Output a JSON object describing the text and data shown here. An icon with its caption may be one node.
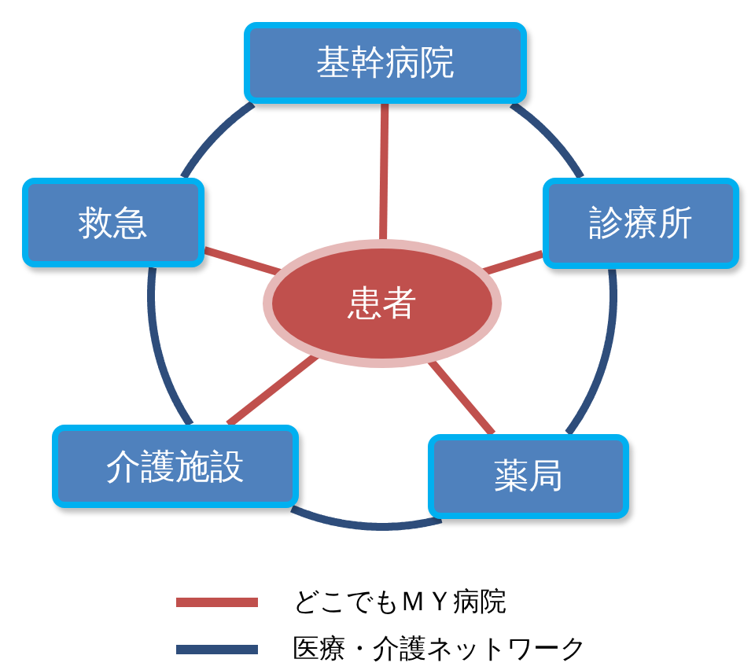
{
  "diagram": {
    "nodes": [
      {
        "text": [
          "基幹病院"
        ]
      },
      {
        "text": [
          "救急"
        ]
      },
      {
        "text": [
          "診療所"
        ]
      },
      {
        "text": [
          "患者"
        ]
      },
      {
        "text": [
          "介護施設"
        ]
      },
      {
        "text": [
          "薬局"
        ]
      }
    ],
    "edges": [
      {
        "from": 3,
        "to": 0,
        "arrow": "none",
        "color": "#c0504d"
      },
      {
        "from": 3,
        "to": 1,
        "arrow": "none",
        "color": "#c0504d"
      },
      {
        "from": 3,
        "to": 2,
        "arrow": "none",
        "color": "#c0504d"
      },
      {
        "from": 3,
        "to": 4,
        "arrow": "none",
        "color": "#c0504d"
      },
      {
        "from": 3,
        "to": 5,
        "arrow": "none",
        "color": "#c0504d"
      },
      {
        "from": 0,
        "to": 2,
        "arrow": "none",
        "color": "#2e4d7b"
      },
      {
        "from": 2,
        "to": 5,
        "arrow": "none",
        "color": "#2e4d7b"
      },
      {
        "from": 5,
        "to": 4,
        "arrow": "none",
        "color": "#2e4d7b"
      },
      {
        "from": 4,
        "to": 1,
        "arrow": "none",
        "color": "#2e4d7b"
      },
      {
        "from": 1,
        "to": 0,
        "arrow": "none",
        "color": "#2e4d7b"
      }
    ],
    "legend": [
      {
        "text": "どこでもＭＹ病院"
      },
      {
        "text": "医療・介護ネットワーク"
      }
    ]
  }
}
